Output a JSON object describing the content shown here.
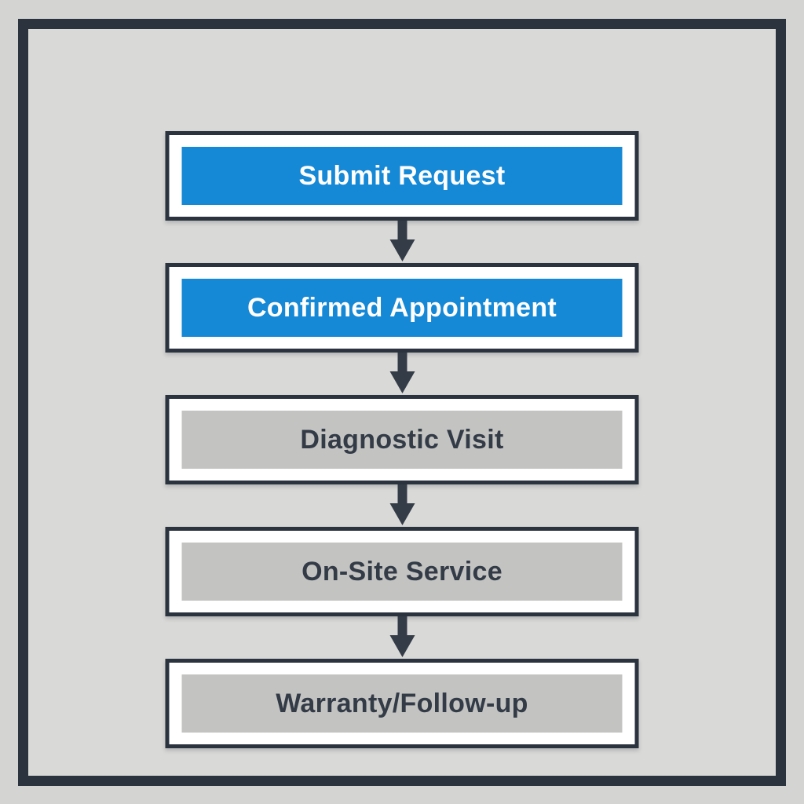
{
  "flowchart": {
    "description": "vertical service process flowchart with five steps connected by downward arrows",
    "nodes": [
      {
        "label": "Submit Request",
        "variant": "active"
      },
      {
        "label": "Confirmed Appointment",
        "variant": "active"
      },
      {
        "label": "Diagnostic Visit",
        "variant": "inactive"
      },
      {
        "label": "On-Site Service",
        "variant": "inactive"
      },
      {
        "label": "Warranty/Follow-up",
        "variant": "inactive"
      }
    ],
    "colors": {
      "active_fill": "#1588d6",
      "active_text": "#ffffff",
      "inactive_fill": "#c3c3c1",
      "inactive_text": "#333b47",
      "node_border": "#2b333f",
      "frame_border": "#2b333f",
      "arrow": "#343c48",
      "background": "#d9d9d7"
    }
  }
}
